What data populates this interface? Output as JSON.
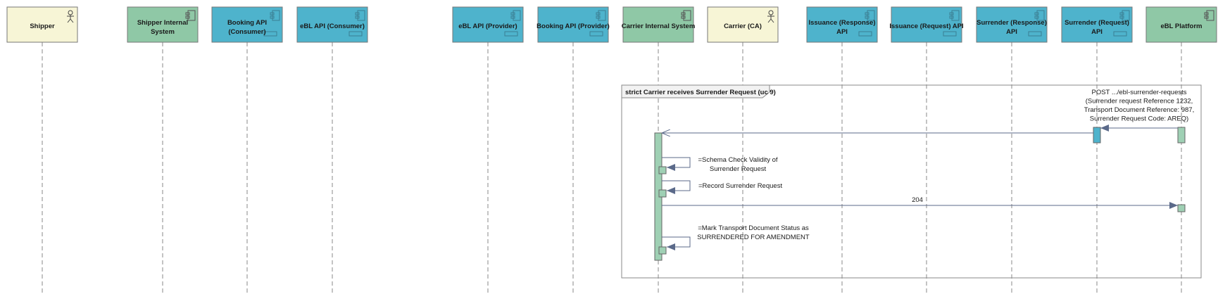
{
  "participants": [
    {
      "id": "shipper",
      "label": [
        "Shipper"
      ],
      "kind": "actor",
      "color": "#f7f5d6"
    },
    {
      "id": "shipper-internal",
      "label": [
        "Shipper Internal",
        "System"
      ],
      "kind": "component",
      "color": "#8fc8a6"
    },
    {
      "id": "booking-consumer",
      "label": [
        "Booking API",
        "(Consumer)"
      ],
      "kind": "interface",
      "color": "#4eb3cc"
    },
    {
      "id": "ebl-consumer",
      "label": [
        "eBL API (Consumer)"
      ],
      "kind": "interface",
      "color": "#4eb3cc"
    },
    {
      "id": "ebl-provider",
      "label": [
        "eBL API (Provider)"
      ],
      "kind": "interface",
      "color": "#4eb3cc"
    },
    {
      "id": "booking-provider",
      "label": [
        "Booking API (Provider)"
      ],
      "kind": "interface",
      "color": "#4eb3cc"
    },
    {
      "id": "carrier-internal",
      "label": [
        "Carrier Internal System"
      ],
      "kind": "component",
      "color": "#8fc8a6"
    },
    {
      "id": "carrier-ca",
      "label": [
        "Carrier (CA)"
      ],
      "kind": "actor",
      "color": "#f7f5d6"
    },
    {
      "id": "issuance-response",
      "label": [
        "Issuance (Response)",
        "API"
      ],
      "kind": "interface",
      "color": "#4eb3cc"
    },
    {
      "id": "issuance-request",
      "label": [
        "Issuance (Request) API"
      ],
      "kind": "interface",
      "color": "#4eb3cc"
    },
    {
      "id": "surrender-response",
      "label": [
        "Surrender (Response)",
        "API"
      ],
      "kind": "interface",
      "color": "#4eb3cc"
    },
    {
      "id": "surrender-request",
      "label": [
        "Surrender (Request)",
        "API"
      ],
      "kind": "interface",
      "color": "#4eb3cc"
    },
    {
      "id": "ebl-platform",
      "label": [
        "eBL Platform"
      ],
      "kind": "component",
      "color": "#8fc8a6"
    }
  ],
  "fragment": {
    "title": "strict Carrier receives Surrender Request (uc 9)"
  },
  "messages": [
    {
      "from": "ebl-platform",
      "to": "surrender-request",
      "kind": "sync",
      "label": [
        "POST .../ebl-surrender-requests",
        "(Surrender request Reference 1232,",
        "Transport Document Reference: 987,",
        "Surrender Request Code: AREQ)"
      ]
    },
    {
      "from": "surrender-request",
      "to": "carrier-internal",
      "kind": "async",
      "label": []
    },
    {
      "from": "carrier-internal",
      "to": "carrier-internal",
      "kind": "self",
      "label": [
        "=Schema Check Validity of",
        "Surrender Request"
      ]
    },
    {
      "from": "carrier-internal",
      "to": "carrier-internal",
      "kind": "self",
      "label": [
        "=Record Surrender Request"
      ]
    },
    {
      "from": "carrier-internal",
      "to": "ebl-platform",
      "kind": "sync",
      "label": [
        "204"
      ]
    },
    {
      "from": "carrier-internal",
      "to": "carrier-internal",
      "kind": "self",
      "label": [
        "=Mark Transport Document Status as",
        "SURRENDERED FOR AMENDMENT"
      ]
    }
  ],
  "colors": {
    "actor": "#f7f5d6",
    "component": "#8fc8a6",
    "interface": "#4eb3cc",
    "activation_carrier": "#9fd0b4",
    "activation_surrender": "#4eb3cc",
    "arrow": "#5b6a8a"
  }
}
